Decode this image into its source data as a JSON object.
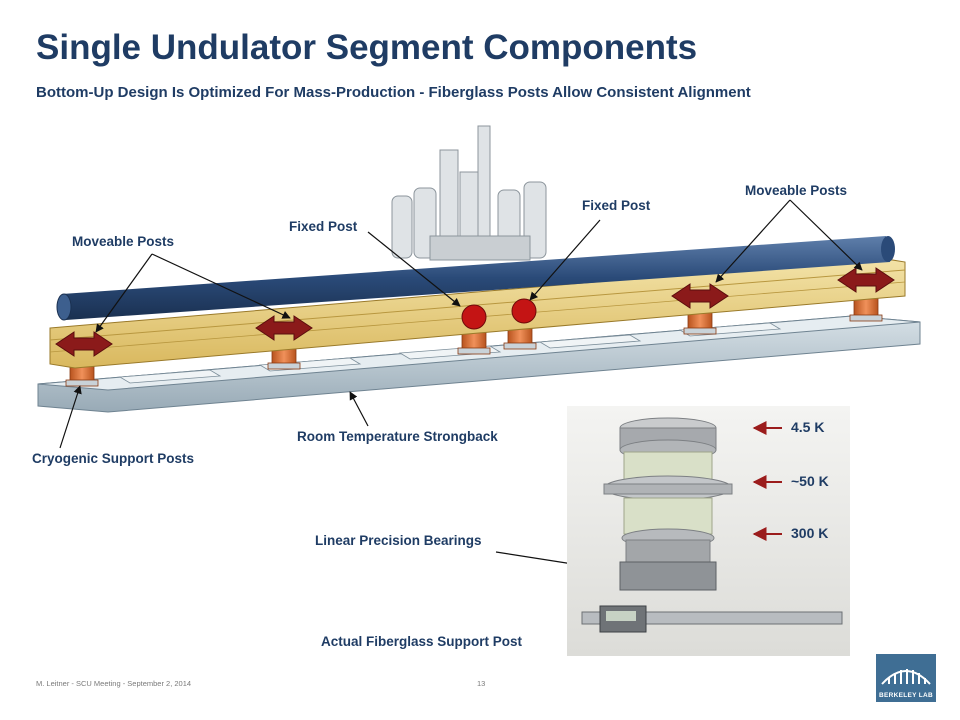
{
  "title": "Single Undulator Segment Components",
  "subtitle": "Bottom-Up Design Is Optimized For Mass-Production - Fiberglass Posts Allow Consistent Alignment",
  "labels": {
    "moveable_posts_left": "Moveable Posts",
    "fixed_post_left": "Fixed Post",
    "fixed_post_right": "Fixed Post",
    "moveable_posts_right": "Moveable Posts",
    "cryogenic_support_posts": "Cryogenic Support Posts",
    "room_temperature_strongback": "Room Temperature Strongback",
    "linear_precision_bearings": "Linear Precision Bearings",
    "actual_fiberglass_support_post": "Actual Fiberglass Support Post"
  },
  "temperatures": [
    "4.5 K",
    "~50 K",
    "300 K"
  ],
  "footer": {
    "left": "M. Leitner - SCU Meeting - September 2, 2014",
    "page": "13"
  },
  "logo_text": "BERKELEY LAB",
  "colors": {
    "title": "#1f3c64",
    "arrow": "#8b1a1a",
    "fixed_marker": "#c41414",
    "beam_pipe": "#2a4a78",
    "cold_mass": "#e8cf80",
    "strongback": "#b7c6cf",
    "posts": "#d8743a"
  }
}
